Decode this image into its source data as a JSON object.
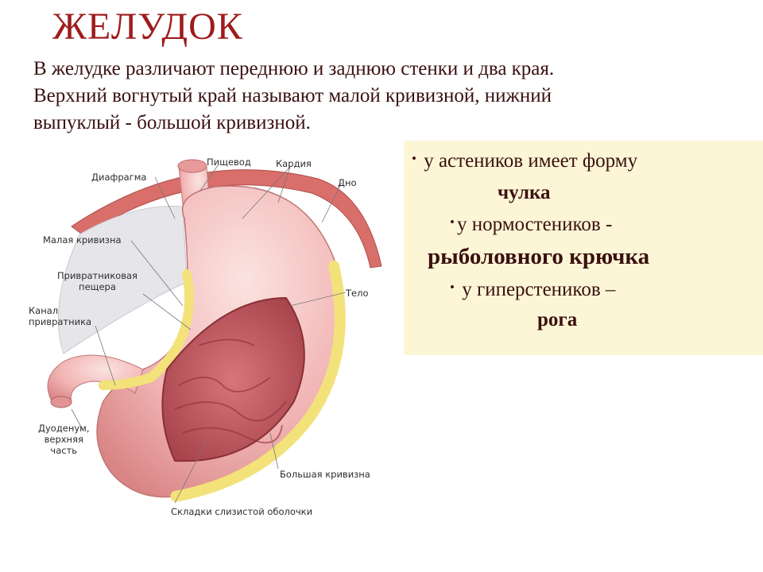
{
  "title": "ЖЕЛУДОК",
  "intro": [
    "В желудке различают переднюю и заднюю стенки и два края.",
    "Верхний вогнутый край называют малой кривизной, нижний",
    "выпуклый - большой кривизной."
  ],
  "types": {
    "astenic": {
      "text": "у астеников имеет форму",
      "form": "чулка"
    },
    "normostenic": {
      "text": "у нормостеников -",
      "form": "рыболовного крючка"
    },
    "hyperstenic": {
      "text": "у гиперстеников –",
      "form": "рога"
    }
  },
  "figure_labels": {
    "pishchevod": "Пищевод",
    "kardiya": "Кардия",
    "diafragma": "Диафрагма",
    "dno": "Дно",
    "malaya_krivizna": "Малая кривизна",
    "antrum_line1": "Привратниковая",
    "antrum_line2": "пещера",
    "kanal_line1": "Канал",
    "kanal_line2": "привратника",
    "telo": "Тело",
    "duodenum_line1": "Дуоденум,",
    "duodenum_line2": "верхняя",
    "duodenum_line3": "часть",
    "bolshaya_krivizna": "Большая кривизна",
    "skladki": "Складки слизистой оболочки"
  },
  "colors": {
    "title": "#9e1b1b",
    "box_background": "#fdf6d6",
    "stomach": "#f2b9b9",
    "mucosa": "#c25a60",
    "fat": "#f3e27a",
    "diaphragm": "#d96f6a"
  }
}
